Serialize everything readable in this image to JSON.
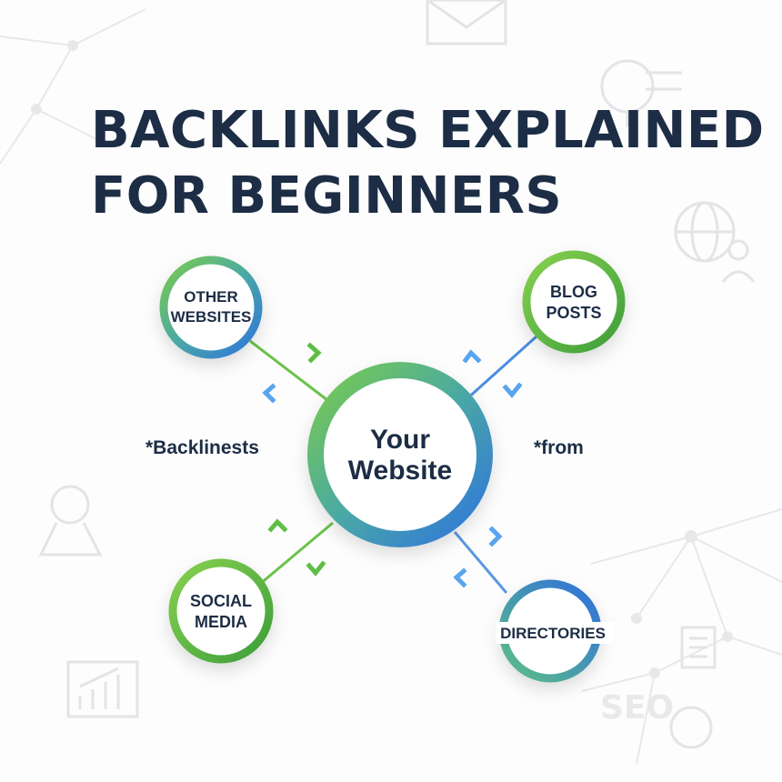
{
  "title": {
    "line1": "BACKLINKS EXPLAINED",
    "line2": "FOR BEGINNERS"
  },
  "center": {
    "line1": "Your",
    "line2": "Website"
  },
  "nodes": [
    {
      "id": "other-websites",
      "line1": "OTHER",
      "line2": "WEBSITES"
    },
    {
      "id": "blog-posts",
      "line1": "BLOG",
      "line2": "POSTS"
    },
    {
      "id": "social-media",
      "line1": "SOCIAL",
      "line2": "MEDIA"
    },
    {
      "id": "directories",
      "line1": "DIRECTORIES"
    }
  ],
  "side_labels": {
    "left": "*Backlinests",
    "right": "*from"
  },
  "background": {
    "seo_text": "SEO",
    "icons": [
      "envelope-icon",
      "magnifier-seo-icon",
      "globe-user-icon",
      "award-icon",
      "chart-icon",
      "document-icon",
      "map-icon"
    ]
  },
  "colors": {
    "title": "#1c2d45",
    "green": "#6cc24a",
    "blue": "#3b7fd9",
    "teal": "#4aa9a4"
  }
}
